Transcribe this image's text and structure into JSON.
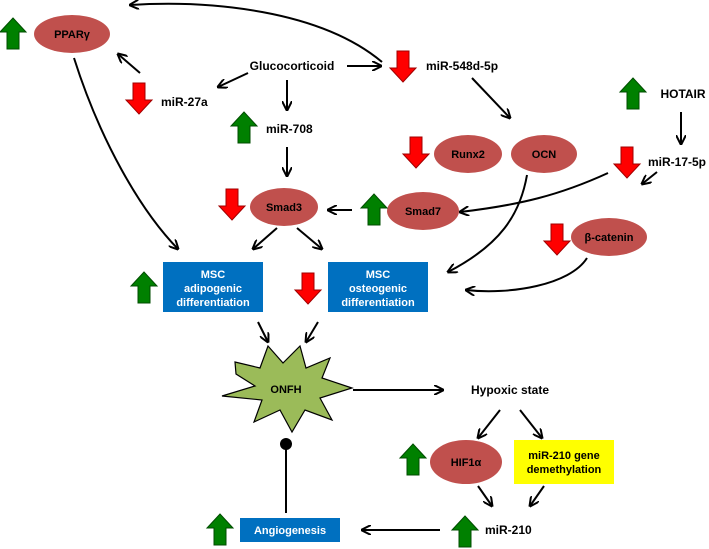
{
  "nodes": {
    "ppar": "PPARγ",
    "glucocorticoid": "Glucocorticoid",
    "mir27a": "miR-27a",
    "mir548": "miR-548d-5p",
    "mir708": "miR-708",
    "hotair": "HOTAIR",
    "runx2": "Runx2",
    "ocn": "OCN",
    "mir17": "miR-17-5p",
    "smad3": "Smad3",
    "smad7": "Smad7",
    "bcatenin": "β-catenin",
    "msc_adipo": [
      "MSC",
      "adipogenic",
      "differentiation"
    ],
    "msc_osteo": [
      "MSC",
      "osteogenic",
      "differentiation"
    ],
    "onfh": "ONFH",
    "hypoxic": "Hypoxic state",
    "hif1a": "HIF1α",
    "mir210_demeth": [
      "miR-210 gene",
      "demethylation"
    ],
    "mir210": "miR-210",
    "angiogenesis": "Angiogenesis"
  },
  "indicators": [
    {
      "target": "ppar",
      "direction": "up"
    },
    {
      "target": "mir27a",
      "direction": "down"
    },
    {
      "target": "mir548",
      "direction": "down"
    },
    {
      "target": "mir708",
      "direction": "up"
    },
    {
      "target": "hotair",
      "direction": "up"
    },
    {
      "target": "runx2",
      "direction": "down"
    },
    {
      "target": "mir17",
      "direction": "down"
    },
    {
      "target": "smad3",
      "direction": "down"
    },
    {
      "target": "smad7",
      "direction": "up"
    },
    {
      "target": "bcatenin",
      "direction": "down"
    },
    {
      "target": "msc_adipo",
      "direction": "up"
    },
    {
      "target": "msc_osteo",
      "direction": "down"
    },
    {
      "target": "hif1a",
      "direction": "up"
    },
    {
      "target": "mir210",
      "direction": "up"
    },
    {
      "target": "angiogenesis",
      "direction": "up"
    }
  ],
  "colors": {
    "ellipse_fill": "#c0504d",
    "box_fill": "#0070c0",
    "highlight_box_fill": "#ffff00",
    "starburst_fill": "#9bbb59",
    "arrow_up": "#008000",
    "arrow_down": "#ff0000"
  }
}
